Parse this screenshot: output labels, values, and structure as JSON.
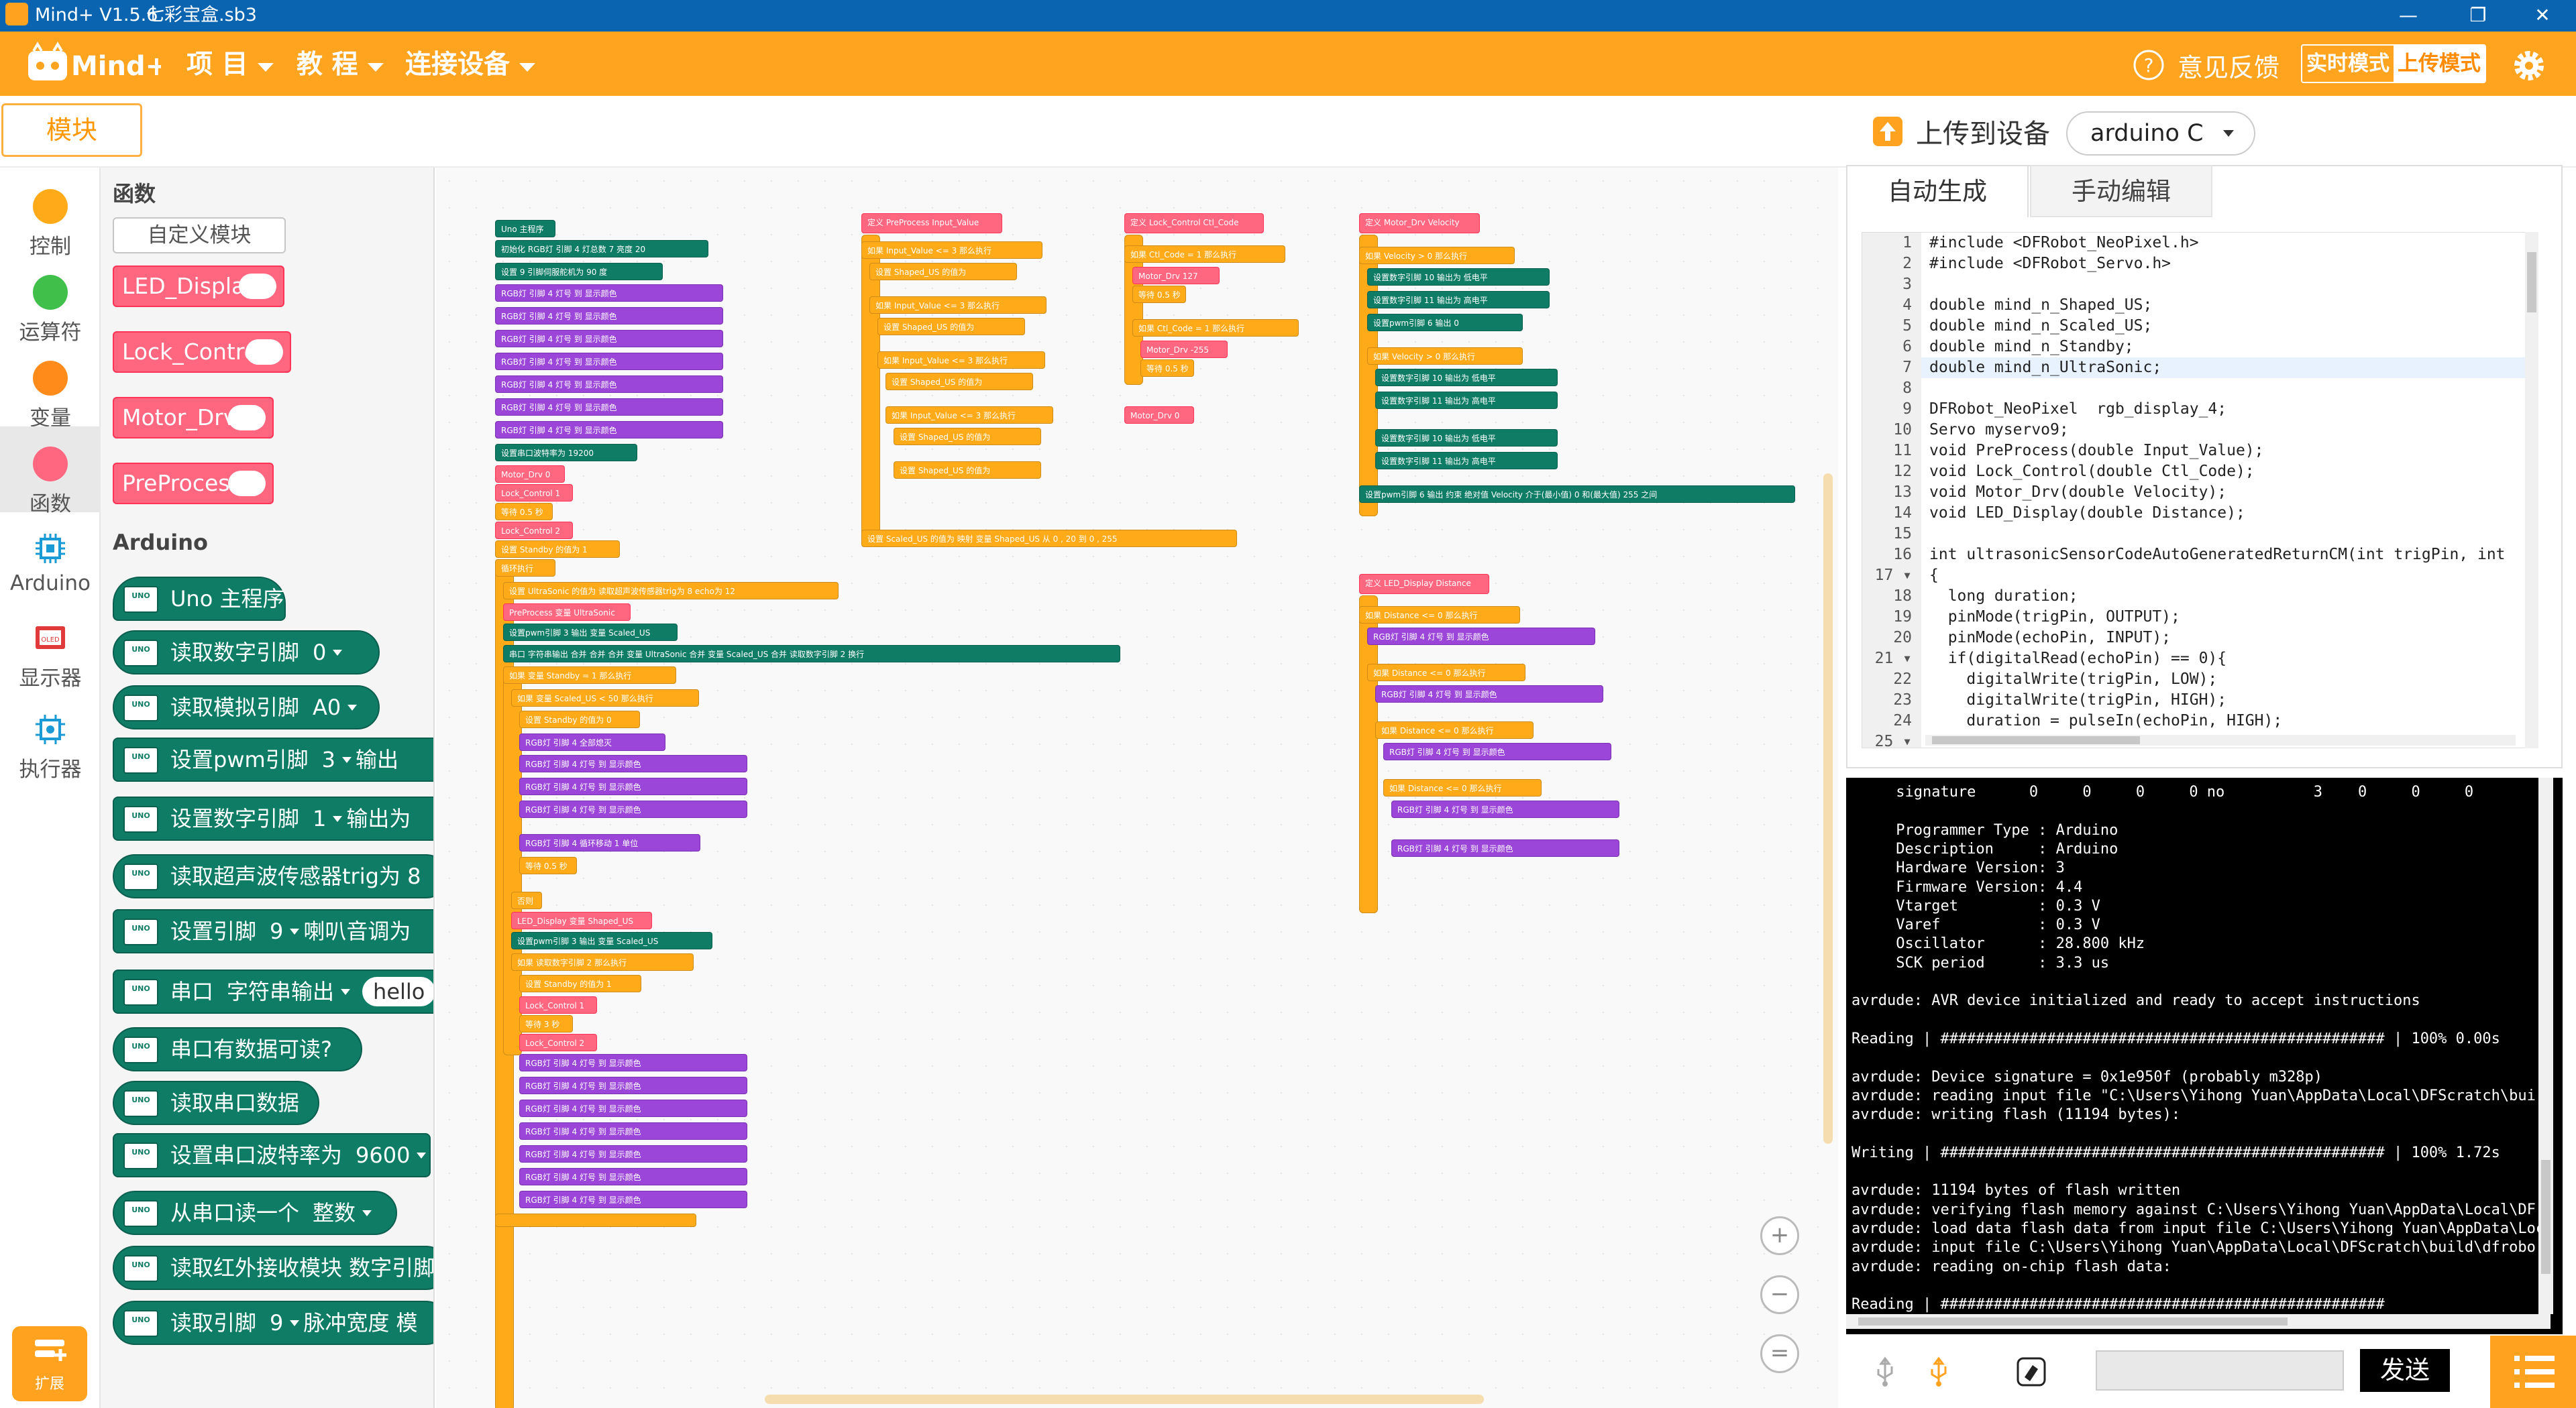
{
  "window": {
    "title": "Mind+ V1.5.6",
    "file": "七彩宝盒.sb3",
    "minimize": "—",
    "maximize": "❐",
    "close": "✕"
  },
  "menu": {
    "project": "项 目",
    "tutorial": "教 程",
    "connect": "连接设备",
    "feedback": "意见反馈",
    "mode_realtime": "实时模式",
    "mode_upload": "上传模式"
  },
  "toolbar": {
    "modules_tab": "模块",
    "upload_label": "上传到设备",
    "board": "arduino C"
  },
  "categories": [
    {
      "label": "控制",
      "color": "#ffab19"
    },
    {
      "label": "运算符",
      "color": "#40bf4a"
    },
    {
      "label": "变量",
      "color": "#ff8c1a"
    },
    {
      "label": "函数",
      "color": "#ff6680"
    },
    {
      "label": "Arduino",
      "color": "#0f7c66"
    },
    {
      "label": "显示器",
      "color": "#e03a3a"
    },
    {
      "label": "执行器",
      "color": "#1a7fb8"
    }
  ],
  "palette": {
    "heading_functions": "函数",
    "custom_block": "自定义模块",
    "functions": [
      "LED_Display",
      "Lock_Control",
      "Motor_Drv",
      "PreProcess"
    ],
    "heading_arduino": "Arduino",
    "uno": "UNO",
    "blocks": [
      {
        "label": "Uno 主程序"
      },
      {
        "label": "读取数字引脚",
        "opt": "0"
      },
      {
        "label": "读取模拟引脚",
        "opt": "A0"
      },
      {
        "label": "设置pwm引脚",
        "opt": "3",
        "tail": "输出"
      },
      {
        "label": "设置数字引脚",
        "opt": "1",
        "tail": "输出为"
      },
      {
        "label": "读取超声波传感器trig为",
        "tail": "8"
      },
      {
        "label": "设置引脚",
        "opt": "9",
        "tail": "喇叭音调为"
      },
      {
        "label": "串口",
        "opt": "字符串输出",
        "pill": "hello"
      },
      {
        "label": "串口有数据可读?"
      },
      {
        "label": "读取串口数据"
      },
      {
        "label": "设置串口波特率为",
        "opt": "9600"
      },
      {
        "label": "从串口读一个",
        "opt": "整数"
      },
      {
        "label": "读取红外接收模块 数字引脚"
      },
      {
        "label": "读取引脚",
        "opt": "9",
        "tail": "脉冲宽度 模"
      }
    ],
    "extend": "扩展"
  },
  "workspace": {
    "main_hat": "Uno 主程序",
    "init_led": "初始化 RGB灯 引脚 4 灯总数 7 亮度 20",
    "set_pin": "设置 9 引脚伺服舵机为 90 度",
    "rgb_row": "RGB灯 引脚 4 灯号 到 显示颜色",
    "baud": "设置串口波特率为 19200",
    "motor": "Motor_Drv 0",
    "lock1": "Lock_Control 1",
    "wait": "等待 0.5 秒",
    "lock2": "Lock_Control 2",
    "set_standby": "设置 Standby 的值为 1",
    "loop": "循环执行",
    "set_ultra": "设置 UltraSonic 的值为 读取超声波传感器trig为 8 echo为 12",
    "preprocess_call": "PreProcess 变量 UltraSonic",
    "pwm_scaled": "设置pwm引脚 3 输出 变量 Scaled_US",
    "serial_out": "串口 字符串输出 合并 合并 合并 变量 UltraSonic 合并 变量 Scaled_US 合并 读取数字引脚 2 换行",
    "if_standby": "如果 变量 Standby = 1 那么执行",
    "if_scaled": "如果 变量 Scaled_US < 50 那么执行",
    "set_standby0": "设置 Standby 的值为 0",
    "rgb_alloff": "RGB灯 引脚 4 全部熄灭",
    "rgb_shift": "RGB灯 引脚 4 循环移动 1 单位",
    "else": "否则",
    "led_call": "LED_Display 变量 Shaped_US",
    "pwm_shaped": "设置pwm引脚 3 输出 变量 Scaled_US",
    "if_pin2": "如果 读取数字引脚 2 那么执行",
    "wait3": "等待 3 秒",
    "def_pre": "定义 PreProcess Input_Value",
    "pre_if1": "如果 Input_Value <= 3 那么执行",
    "pre_set": "设置 Shaped_US 的值为",
    "pre_scaled": "设置 Scaled_US 的值为 映射 变量 Shaped_US 从 0 , 20 到 0 , 255",
    "def_lock": "定义 Lock_Control Ctl_Code",
    "lock_if": "如果 Ctl_Code = 1 那么执行",
    "motor_drv_127": "Motor_Drv 127",
    "motor_drv_255": "Motor_Drv -255",
    "motor_drv_0": "Motor_Drv 0",
    "def_motor": "定义 Motor_Drv Velocity",
    "motor_if": "如果 Velocity > 0 那么执行",
    "motor_pin10": "设置数字引脚 10 输出为 低电平",
    "motor_pin11": "设置数字引脚 11 输出为 高电平",
    "motor_pwm": "设置pwm引脚 6 输出 0",
    "motor_pwm_map": "设置pwm引脚 6 输出 约束 绝对值 Velocity 介于(最小值) 0 和(最大值) 255 之间",
    "def_led": "定义 LED_Display Distance",
    "led_if": "如果 Distance <= 0 那么执行"
  },
  "code": {
    "tab_auto": "自动生成",
    "tab_manual": "手动编辑",
    "lines": [
      {
        "n": "1",
        "t": "#include <DFRobot_NeoPixel.h>"
      },
      {
        "n": "2",
        "t": "#include <DFRobot_Servo.h>"
      },
      {
        "n": "3",
        "t": ""
      },
      {
        "n": "4",
        "t": "double mind_n_Shaped_US;"
      },
      {
        "n": "5",
        "t": "double mind_n_Scaled_US;"
      },
      {
        "n": "6",
        "t": "double mind_n_Standby;"
      },
      {
        "n": "7",
        "t": "double mind_n_UltraSonic;"
      },
      {
        "n": "8",
        "t": ""
      },
      {
        "n": "9",
        "t": "DFRobot_NeoPixel  rgb_display_4;"
      },
      {
        "n": "10",
        "t": "Servo myservo9;"
      },
      {
        "n": "11",
        "t": "void PreProcess(double Input_Value);"
      },
      {
        "n": "12",
        "t": "void Lock_Control(double Ctl_Code);"
      },
      {
        "n": "13",
        "t": "void Motor_Drv(double Velocity);"
      },
      {
        "n": "14",
        "t": "void LED_Display(double Distance);"
      },
      {
        "n": "15",
        "t": ""
      },
      {
        "n": "16",
        "t": "int ultrasonicSensorCodeAutoGeneratedReturnCM(int trigPin, int"
      },
      {
        "n": "17 ▾",
        "t": "{"
      },
      {
        "n": "18",
        "t": "  long duration;"
      },
      {
        "n": "19",
        "t": "  pinMode(trigPin, OUTPUT);"
      },
      {
        "n": "20",
        "t": "  pinMode(echoPin, INPUT);"
      },
      {
        "n": "21 ▾",
        "t": "  if(digitalRead(echoPin) == 0){"
      },
      {
        "n": "22",
        "t": "    digitalWrite(trigPin, LOW);"
      },
      {
        "n": "23",
        "t": "    digitalWrite(trigPin, HIGH);"
      },
      {
        "n": "24",
        "t": "    duration = pulseIn(echoPin, HIGH);"
      },
      {
        "n": "25 ▾",
        "t": ""
      }
    ]
  },
  "terminal": {
    "lines": [
      "     signature      0     0     0     0 no          3    0     0     0",
      "",
      "     Programmer Type : Arduino",
      "     Description     : Arduino",
      "     Hardware Version: 3",
      "     Firmware Version: 4.4",
      "     Vtarget         : 0.3 V",
      "     Varef           : 0.3 V",
      "     Oscillator      : 28.800 kHz",
      "     SCK period      : 3.3 us",
      "",
      "avrdude: AVR device initialized and ready to accept instructions",
      "",
      "Reading | ################################################## | 100% 0.00s",
      "",
      "avrdude: Device signature = 0x1e950f (probably m328p)",
      "avrdude: reading input file \"C:\\Users\\Yihong Yuan\\AppData\\Local\\DFScratch\\bui",
      "avrdude: writing flash (11194 bytes):",
      "",
      "Writing | ################################################## | 100% 1.72s",
      "",
      "avrdude: 11194 bytes of flash written",
      "avrdude: verifying flash memory against C:\\Users\\Yihong Yuan\\AppData\\Local\\DF",
      "avrdude: load data flash data from input file C:\\Users\\Yihong Yuan\\AppData\\Loca",
      "avrdude: input file C:\\Users\\Yihong Yuan\\AppData\\Local\\DFScratch\\build\\dfrobo",
      "avrdude: reading on-chip flash data:",
      "",
      "Reading | ##################################################"
    ]
  },
  "serial": {
    "send": "发送"
  }
}
